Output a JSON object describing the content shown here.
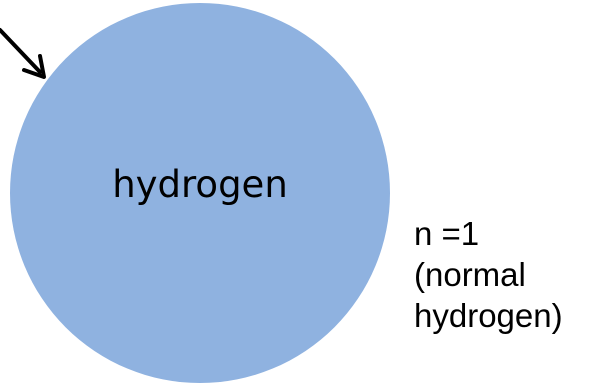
{
  "diagram": {
    "circle_label": "hydrogen",
    "side_label_lines": [
      "n =1",
      "(normal",
      "hydrogen)"
    ],
    "circle_color": "#8fb2e0",
    "arrow_color": "#000000",
    "icons": [
      "arrow-icon"
    ]
  }
}
